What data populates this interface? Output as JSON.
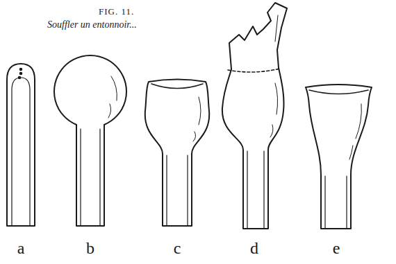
{
  "diagram": {
    "title": "FIG. 11.",
    "caption": "Souffler un entonnoir...",
    "labels": [
      "a",
      "b",
      "c",
      "d",
      "e"
    ]
  }
}
